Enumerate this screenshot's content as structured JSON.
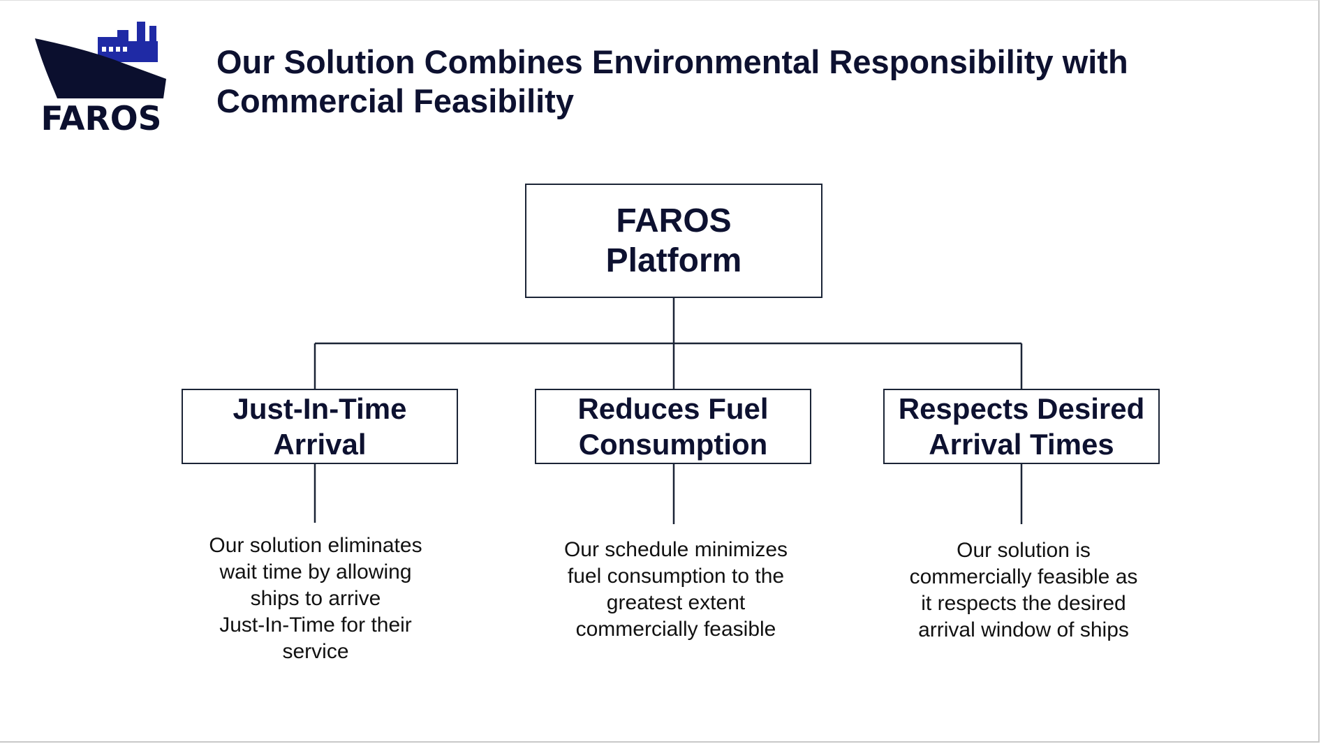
{
  "logo": {
    "icon": "cargo-ship-icon",
    "text": "FAROS",
    "colors": {
      "hull": "#0b0f2e",
      "cargo": "#1f2aa5"
    }
  },
  "title": "Our Solution Combines Environmental Responsibility with Commercial Feasibility",
  "diagram": {
    "root": {
      "line1": "FAROS",
      "line2": "Platform"
    },
    "branches": [
      {
        "line1": "Just-In-Time",
        "line2": "Arrival",
        "description": "Our solution eliminates\nwait time by allowing\nships to arrive\nJust-In-Time for their\nservice"
      },
      {
        "line1": "Reduces Fuel",
        "line2": "Consumption",
        "description": "Our schedule minimizes\nfuel consumption to the\ngreatest extent\ncommercially feasible"
      },
      {
        "line1": "Respects Desired",
        "line2": "Arrival Times",
        "description": "Our solution is\ncommercially feasible as\nit respects the desired\narrival window of ships"
      }
    ],
    "colors": {
      "line": "#1b2436",
      "text": "#0d1130"
    }
  }
}
